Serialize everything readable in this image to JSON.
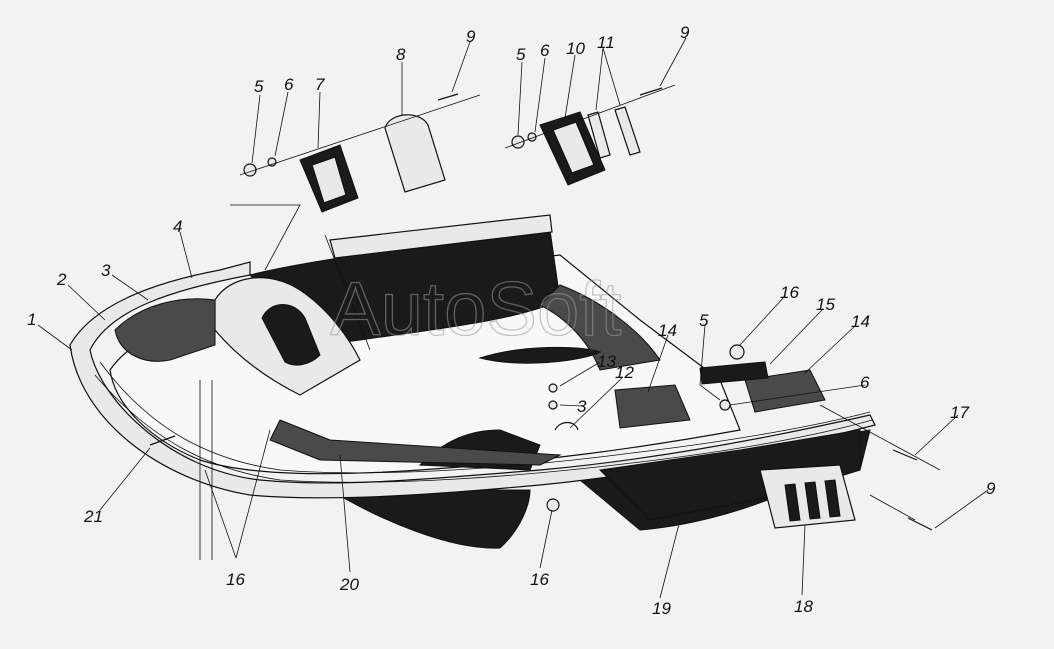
{
  "diagram": {
    "watermark": "AutoSoft",
    "callouts": [
      {
        "id": "c1",
        "text": "1"
      },
      {
        "id": "c2",
        "text": "2"
      },
      {
        "id": "c3a",
        "text": "3"
      },
      {
        "id": "c3b",
        "text": "3"
      },
      {
        "id": "c4",
        "text": "4"
      },
      {
        "id": "c5a",
        "text": "5"
      },
      {
        "id": "c5b",
        "text": "5"
      },
      {
        "id": "c5c",
        "text": "5"
      },
      {
        "id": "c6a",
        "text": "6"
      },
      {
        "id": "c6b",
        "text": "6"
      },
      {
        "id": "c6c",
        "text": "6"
      },
      {
        "id": "c7",
        "text": "7"
      },
      {
        "id": "c8",
        "text": "8"
      },
      {
        "id": "c9a",
        "text": "9"
      },
      {
        "id": "c9b",
        "text": "9"
      },
      {
        "id": "c9c",
        "text": "9"
      },
      {
        "id": "c10",
        "text": "10"
      },
      {
        "id": "c11",
        "text": "11"
      },
      {
        "id": "c12",
        "text": "12"
      },
      {
        "id": "c13",
        "text": "13"
      },
      {
        "id": "c14a",
        "text": "14"
      },
      {
        "id": "c14b",
        "text": "14"
      },
      {
        "id": "c15",
        "text": "15"
      },
      {
        "id": "c16a",
        "text": "16"
      },
      {
        "id": "c16b",
        "text": "16"
      },
      {
        "id": "c16c",
        "text": "16"
      },
      {
        "id": "c17",
        "text": "17"
      },
      {
        "id": "c18",
        "text": "18"
      },
      {
        "id": "c19",
        "text": "19"
      },
      {
        "id": "c20",
        "text": "20"
      },
      {
        "id": "c21",
        "text": "21"
      }
    ]
  }
}
